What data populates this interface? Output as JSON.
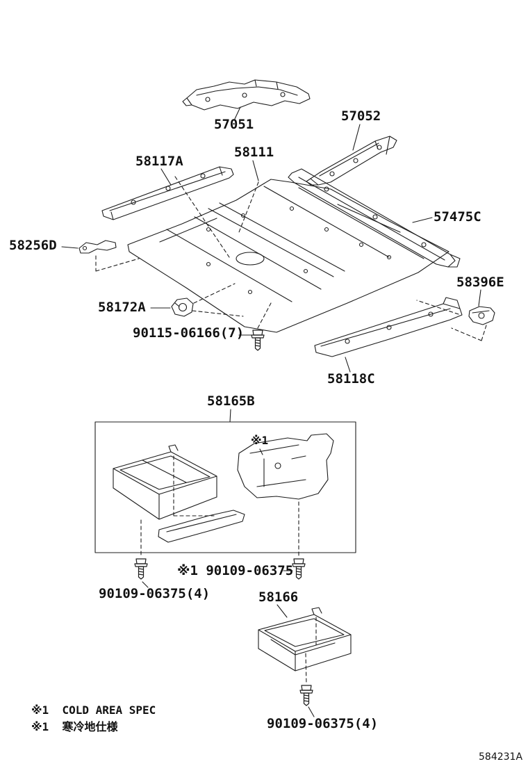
{
  "diagram": {
    "kind": "exploded-parts-diagram",
    "subject": "floor pan and lower body panels",
    "drawing_number": "584231A",
    "line_color": "#1c1c1c",
    "background_color": "#ffffff"
  },
  "labels": {
    "l57051": "57051",
    "l57052": "57052",
    "l58117A": "58117A",
    "l58111": "58111",
    "l57475C": "57475C",
    "l58256D": "58256D",
    "l58396E": "58396E",
    "l58172A": "58172A",
    "l90115": "90115-06166(7)",
    "l58118C": "58118C",
    "l58165B": "58165B",
    "ref1": "※1",
    "l90109_ref": "※1 90109-06375",
    "l90109_left": "90109-06375(4)",
    "l58166": "58166",
    "l90109_bottom": "90109-06375(4)"
  },
  "footnotes": {
    "en": "※1  COLD AREA SPEC",
    "ja": "※1  寒冷地仕様"
  }
}
